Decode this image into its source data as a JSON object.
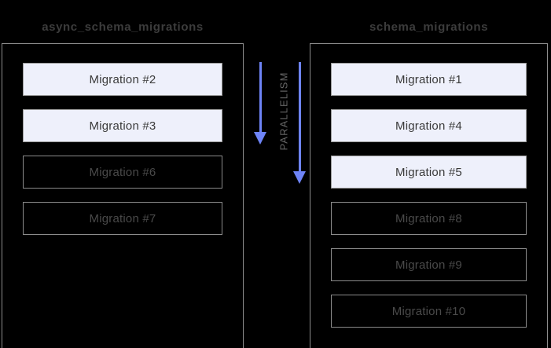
{
  "diagram": {
    "background_color": "#000000",
    "filled_box_color": "#eef0fb",
    "accent_color": "#6e84f7",
    "border_color": "#8d8d8d"
  },
  "columns": [
    {
      "title": "async_schema_migrations",
      "items": [
        {
          "label": "Migration #2",
          "state": "filled"
        },
        {
          "label": "Migration #3",
          "state": "filled"
        },
        {
          "label": "Migration #6",
          "state": "outline"
        },
        {
          "label": "Migration #7",
          "state": "outline"
        }
      ]
    },
    {
      "title": "schema_migrations",
      "items": [
        {
          "label": "Migration #1",
          "state": "filled"
        },
        {
          "label": "Migration #4",
          "state": "filled"
        },
        {
          "label": "Migration #5",
          "state": "filled"
        },
        {
          "label": "Migration #8",
          "state": "outline"
        },
        {
          "label": "Migration #9",
          "state": "outline"
        },
        {
          "label": "Migration #10",
          "state": "outline"
        }
      ]
    }
  ],
  "parallelism": {
    "label": "PARALLELISM",
    "arrows": [
      {
        "name": "left-arrow",
        "direction": "down"
      },
      {
        "name": "right-arrow",
        "direction": "down"
      }
    ]
  }
}
